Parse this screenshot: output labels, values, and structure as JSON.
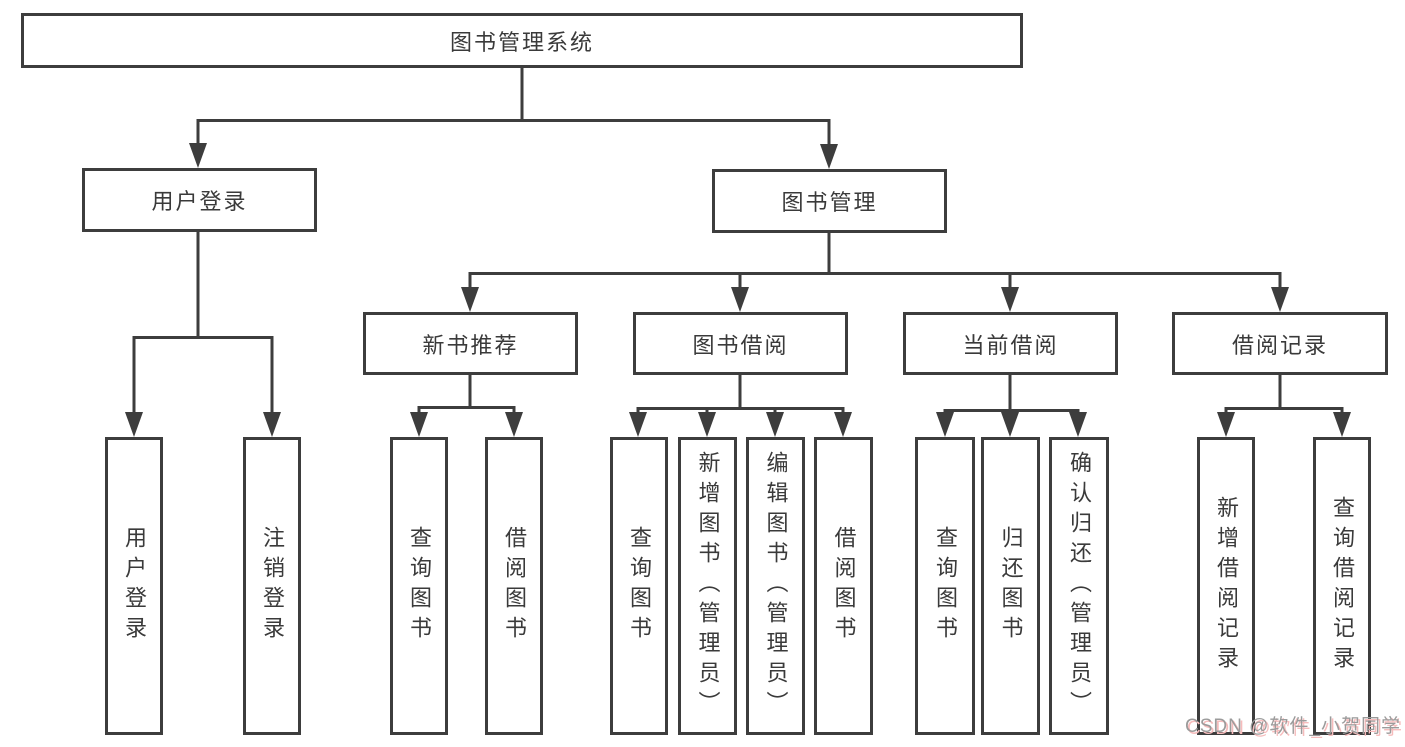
{
  "tree": {
    "root": {
      "label": "图书管理系统"
    },
    "branches": [
      {
        "label": "用户登录",
        "children": [
          {
            "label": "用户登录"
          },
          {
            "label": "注销登录"
          }
        ]
      },
      {
        "label": "图书管理",
        "children": [
          {
            "label": "新书推荐",
            "children": [
              {
                "label": "查询图书"
              },
              {
                "label": "借阅图书"
              }
            ]
          },
          {
            "label": "图书借阅",
            "children": [
              {
                "label": "查询图书"
              },
              {
                "label": "新增图书（管理员）"
              },
              {
                "label": "编辑图书（管理员）"
              },
              {
                "label": "借阅图书"
              }
            ]
          },
          {
            "label": "当前借阅",
            "children": [
              {
                "label": "查询图书"
              },
              {
                "label": "归还图书"
              },
              {
                "label": "确认归还（管理员）"
              }
            ]
          },
          {
            "label": "借阅记录",
            "children": [
              {
                "label": "新增借阅记录"
              },
              {
                "label": "查询借阅记录"
              }
            ]
          }
        ]
      }
    ]
  },
  "watermark": {
    "text": "CSDN @软件_小贺同学"
  },
  "colors": {
    "line": "#3d3d3d",
    "text": "#3a3a3a",
    "node_bg": "#ffffff",
    "page_bg": "#ffffff",
    "watermark_text": "#9b9b9b",
    "watermark_shadow": "#f6bcbc"
  }
}
